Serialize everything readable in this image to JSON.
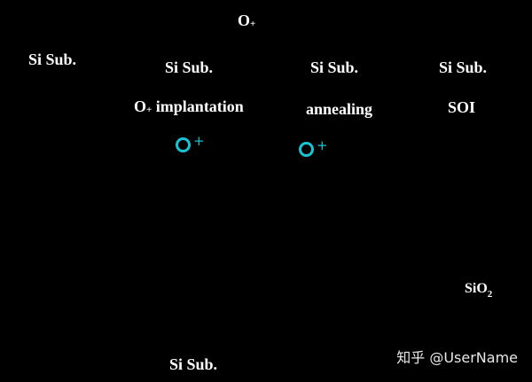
{
  "labels": {
    "o_plus_top": {
      "main": "O",
      "suffix": "+"
    },
    "si_sub_left": "Si Sub.",
    "si_sub_1": "Si Sub.",
    "si_sub_2": "Si Sub.",
    "si_sub_3": "Si Sub.",
    "step_implant": {
      "main": "O",
      "suffix": "+",
      "rest": " implantation"
    },
    "step_anneal": "annealing",
    "step_soi": "SOI",
    "sio2": {
      "main": "SiO",
      "sub": "2"
    },
    "si_sub_bottom": "Si Sub."
  },
  "ions": [
    {
      "symbol": "O",
      "charge": "+"
    },
    {
      "symbol": "O",
      "charge": "+"
    }
  ],
  "watermark": "知乎 @UserName",
  "colors": {
    "background": "#000000",
    "text": "#ffffff",
    "ion": "#17c4d4"
  }
}
